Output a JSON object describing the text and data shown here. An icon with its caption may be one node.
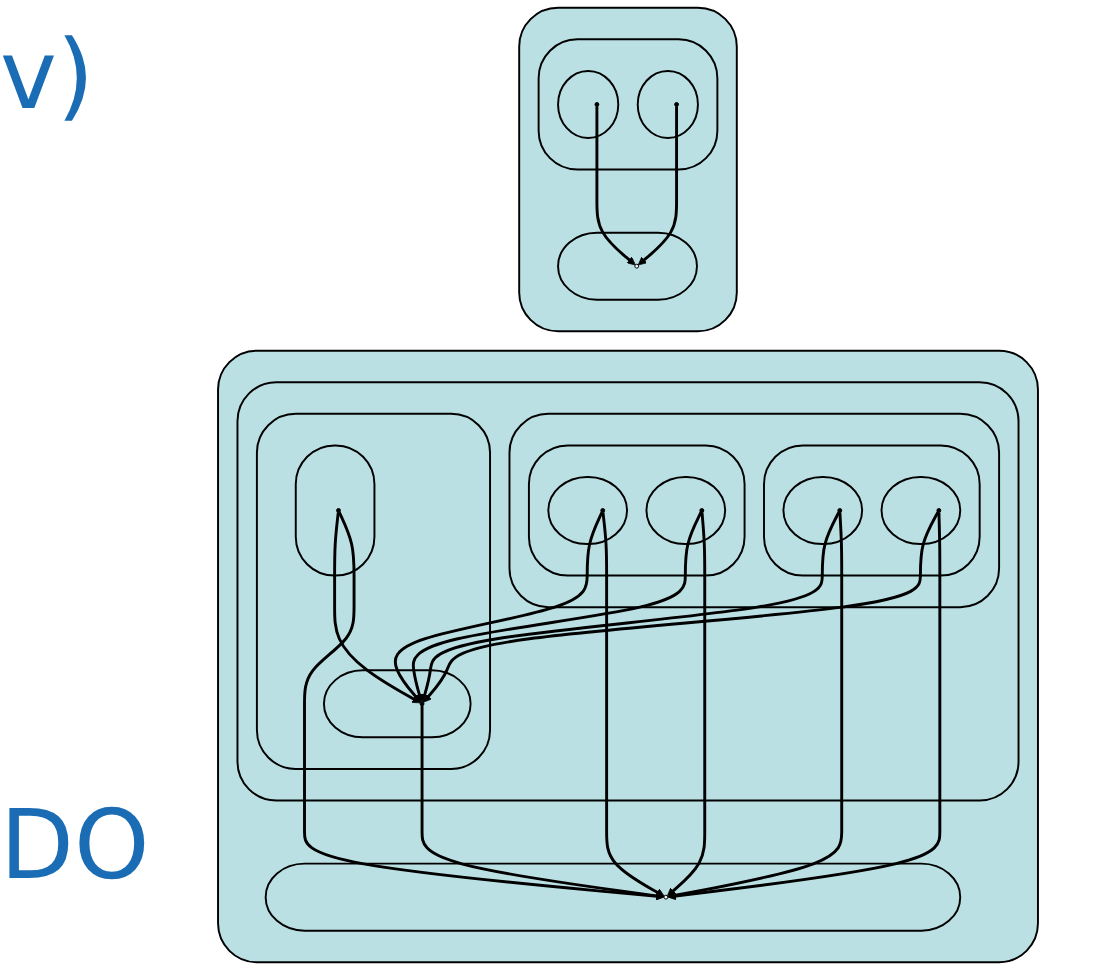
{
  "diagram": {
    "nodes": [
      {
        "text": [],
        "shape": "ellipse"
      },
      {
        "text": [],
        "shape": "ellipse",
        "in": 0
      },
      {
        "text": [],
        "shape": "circle",
        "in": 1
      },
      {
        "text": [],
        "shape": "ellipse",
        "in": 0
      },
      {
        "text": [],
        "shape": "ellipse",
        "in": 3
      },
      {
        "text": [],
        "shape": "ellipse",
        "in": 4
      },
      {
        "text": [],
        "shape": "ellipse",
        "in": 5
      },
      {
        "text": [],
        "shape": "circle",
        "in": 6
      },
      {
        "text": [],
        "shape": "ellipse",
        "in": 5
      },
      {
        "text": [],
        "shape": "circle",
        "in": 8
      },
      {
        "text": [],
        "shape": "ellipse",
        "in": 4
      },
      {
        "text": [],
        "shape": "ellipse",
        "in": 10
      },
      {
        "text": [],
        "shape": "circle",
        "in": 11
      },
      {
        "text": [],
        "shape": "ellipse",
        "in": 10
      },
      {
        "text": [],
        "shape": "circle",
        "in": 13
      },
      {
        "text": [],
        "shape": "ellipse",
        "in": 3
      },
      {
        "text": [],
        "shape": "ellipse",
        "in": 15
      },
      {
        "text": [],
        "shape": "circle",
        "in": 16
      },
      {
        "text": [],
        "shape": "ellipse",
        "in": 15
      },
      {
        "text": [],
        "shape": "circle",
        "in": 18
      },
      {
        "text": [],
        "shape": "ellipse"
      },
      {
        "text": [],
        "shape": "ellipse",
        "in": 20
      },
      {
        "text": [],
        "shape": "ellipse",
        "in": 21
      },
      {
        "text": [],
        "shape": "circle",
        "in": 22
      },
      {
        "text": [],
        "shape": "ellipse",
        "in": 21
      },
      {
        "text": [],
        "shape": "circle",
        "in": 24
      },
      {
        "text": [],
        "shape": "ellipse",
        "in": 20
      },
      {
        "text": [],
        "shape": "circle",
        "in": 26
      }
    ],
    "edges": [
      {
        "from": 7,
        "to": 2,
        "arrow": "to"
      },
      {
        "from": 9,
        "to": 2,
        "arrow": "to"
      },
      {
        "from": 12,
        "to": 2,
        "arrow": "to"
      },
      {
        "from": 14,
        "to": 2,
        "arrow": "to"
      },
      {
        "from": 17,
        "to": 2,
        "arrow": "to"
      },
      {
        "from": 19,
        "to": 2,
        "arrow": "to"
      },
      {
        "from": 7,
        "to": 19,
        "arrow": "to"
      },
      {
        "from": 9,
        "to": 19,
        "arrow": "to"
      },
      {
        "from": 12,
        "to": 19,
        "arrow": "to"
      },
      {
        "from": 14,
        "to": 19,
        "arrow": "to"
      },
      {
        "from": 17,
        "to": 19,
        "arrow": "to"
      },
      {
        "from": 23,
        "to": 27,
        "arrow": "to"
      },
      {
        "from": 25,
        "to": 27,
        "arrow": "to"
      }
    ],
    "labels": [
      "v)",
      "DO"
    ]
  }
}
